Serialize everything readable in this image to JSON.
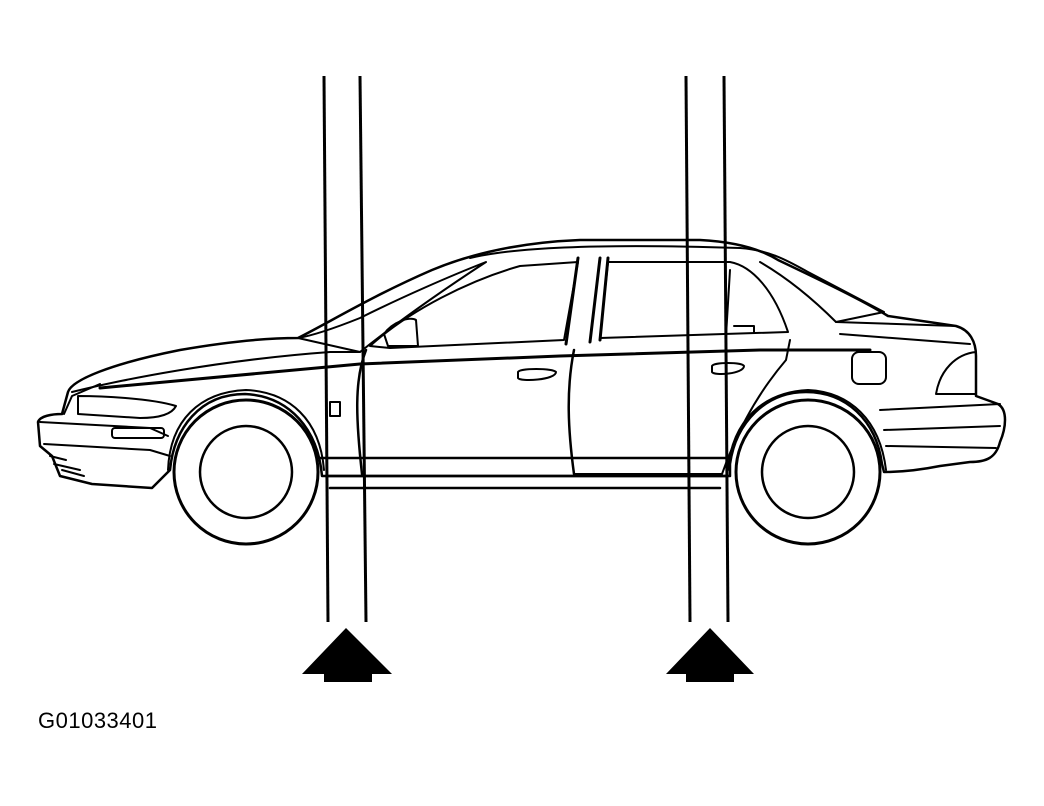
{
  "diagram": {
    "figure_id": "G01033401",
    "subject": "car-side-view",
    "lift_points": [
      {
        "position": "front",
        "marker": "up-arrow-icon"
      },
      {
        "position": "rear",
        "marker": "up-arrow-icon"
      }
    ],
    "colors": {
      "line": "#000000",
      "background": "#ffffff"
    }
  }
}
